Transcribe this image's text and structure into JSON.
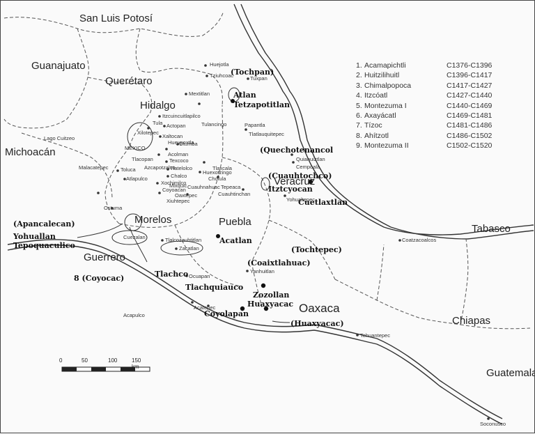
{
  "map": {
    "regions": {
      "san_luis_potosi": "San Luis Potosí",
      "guanajuato": "Guanajuato",
      "queretaro": "Querétaro",
      "hidalgo": "Hidalgo",
      "michoacan": "Michoacán",
      "veracruz": "Veracruz",
      "morelos": "Morelos",
      "puebla": "Puebla",
      "guerrero": "Guerrero",
      "oaxaca": "Oaxaca",
      "tabasco": "Tabasco",
      "chiapas": "Chiapas",
      "guatemala": "Guatemala"
    },
    "bold_places": [
      "(Tochpan)",
      "Atlan",
      "Tetzapotitlan",
      "(Quechotenancol",
      "(Cuauhtochco)",
      "Itztcyocan",
      "Cuetlaxtlan",
      "(Apancalecan)",
      "Yohuallan",
      "Tepoquaculico",
      "Acatlan",
      "(Tochtepec)",
      "Tlachco",
      "(Coaixtlahuac)",
      "8 (Coyocac)",
      "Tlachquiauco",
      "Zozollan",
      "Huaxyacac",
      "Coyolapan",
      "(Huaxyacac)"
    ],
    "small_places": [
      "Huejotla",
      "Tziuhcoac",
      "Tuxpan",
      "Mextitlan",
      "Tulancingo",
      "Itzcuincuitlapilco",
      "Actopan",
      "Xilotepec",
      "Xaltocan",
      "Otumba",
      "Tula",
      "Hueypoxtla",
      "MEXICO",
      "Tlacopan",
      "Acolman",
      "Texcoco",
      "Azcapotzalco",
      "Tlatelolco",
      "Chalco",
      "Huexotzingo",
      "Cholula",
      "Tlaxcala",
      "Tepeaca",
      "Cuauhtinchan",
      "Toluca",
      "Atlapulco",
      "Malacatepec",
      "Xochimilco",
      "Coyoacan",
      "Mixquic",
      "Cuauhnahuac",
      "Oaxtepec",
      "Xiuhtepec",
      "Lago Cuitzeo",
      "Papantla",
      "Tlatlauquitepec",
      "Quiahuiztlan",
      "Cempoala",
      "Yohualtepec",
      "Coatzacoalcos",
      "Tlalcozauhtitlan",
      "Zacatlan",
      "Yanhuitlan",
      "Ocuapan",
      "Acapulco",
      "Acatepec",
      "Tehuantepec",
      "Soconusco",
      "Ostuma",
      "Cuezalan"
    ],
    "legend": [
      {
        "num": "1.",
        "name": "Acamapichtli",
        "dates": "C1376-C1396"
      },
      {
        "num": "2.",
        "name": "Huitzilihuitl",
        "dates": "C1396-C1417"
      },
      {
        "num": "3.",
        "name": "Chimalpopoca",
        "dates": "C1417-C1427"
      },
      {
        "num": "4.",
        "name": "Itzcóatl",
        "dates": "C1427-C1440"
      },
      {
        "num": "5.",
        "name": "Montezuma I",
        "dates": "C1440-C1469"
      },
      {
        "num": "6.",
        "name": "Axayácatl",
        "dates": "C1469-C1481"
      },
      {
        "num": "7.",
        "name": "Tízoc",
        "dates": "C1481-C1486"
      },
      {
        "num": "8.",
        "name": "Ahítzotl",
        "dates": "C1486-C1502"
      },
      {
        "num": "9.",
        "name": "Montezuma II",
        "dates": "C1502-C1520"
      }
    ],
    "scale": {
      "ticks": [
        "0",
        "50",
        "100",
        "150 km"
      ]
    },
    "colors": {
      "line": "#333333",
      "dot": "#111111"
    }
  }
}
